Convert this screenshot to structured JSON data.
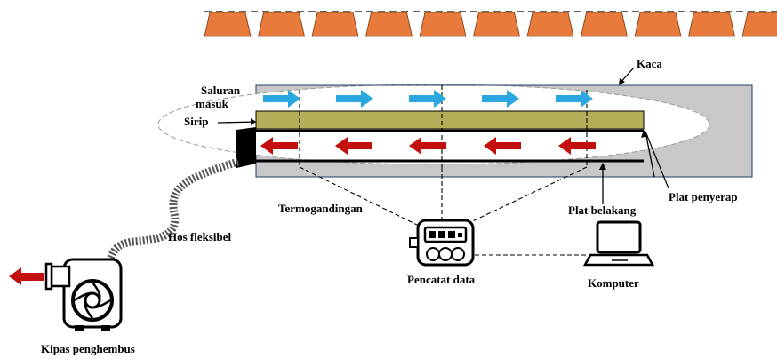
{
  "labels": {
    "glass": "Kaca",
    "inlet": "Saluran",
    "inlet_line2": "masuk",
    "fin": "Sirip",
    "absorber": "Plat penyerap",
    "thermocouple": "Termogandingan",
    "back_plate": "Plat belakang",
    "hose": "Hos fleksibel",
    "logger": "Pencatat data",
    "computer": "Komputer",
    "blower": "Kipas penghembus"
  },
  "colors": {
    "sun_block": "#e87a3c",
    "flow_in": "#2aa6e0",
    "flow_out": "#c40f0f",
    "absorber": "#b5ad57",
    "collector_bg": "#c8c8c8",
    "frame_border": "#1f3b63"
  },
  "icons": {
    "lamp": "sun-lamp-icon",
    "logger": "data-logger-icon",
    "computer": "laptop-icon",
    "blower": "blower-fan-icon"
  }
}
